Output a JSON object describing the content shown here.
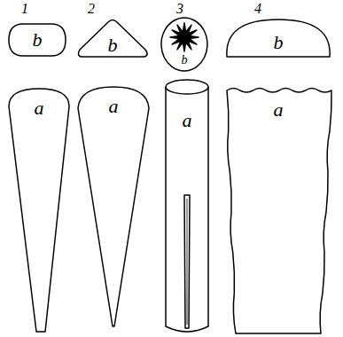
{
  "diagram": {
    "nodes": [
      {
        "text": [
          "b"
        ]
      },
      {
        "text": [
          "b"
        ]
      },
      {
        "text": [
          "b"
        ]
      },
      {
        "text": [
          "b"
        ]
      },
      {
        "text": [
          "a"
        ]
      },
      {
        "text": [
          "a"
        ]
      },
      {
        "text": [
          "a"
        ]
      },
      {
        "text": [
          "a"
        ]
      }
    ],
    "labels": [
      "1",
      "2",
      "3",
      "4"
    ]
  }
}
